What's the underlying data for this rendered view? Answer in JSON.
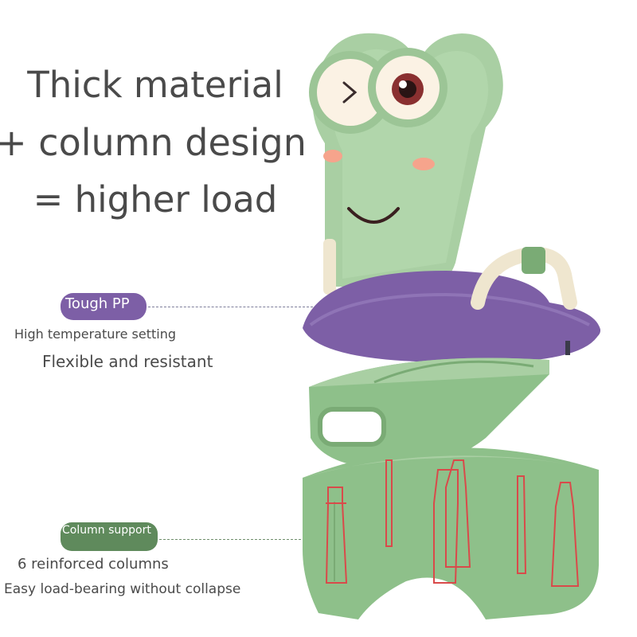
{
  "headline": {
    "line1": "Thick material",
    "line2": "+ column design",
    "line3": "= higher load"
  },
  "callout_seat": {
    "tag": "Tough PP",
    "note1": "High temperature setting",
    "note2": "Flexible and resistant"
  },
  "callout_base": {
    "tag": "Column support",
    "note1": "6 reinforced columns",
    "note2": "Easy load-bearing without collapse"
  },
  "colors": {
    "frog_green": "#a9cfa3",
    "seat_purple": "#7d5fa6",
    "base_green": "#8ec08a",
    "column_red": "#d94a4a"
  }
}
